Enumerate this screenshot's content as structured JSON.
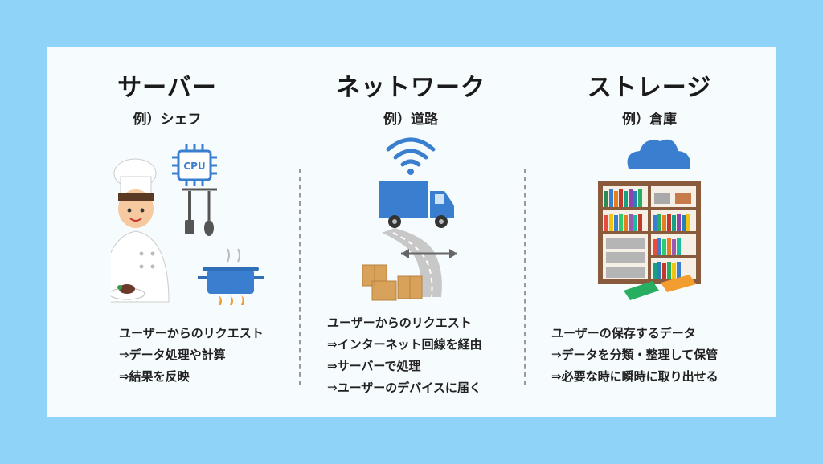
{
  "columns": [
    {
      "title": "サーバー",
      "example": "例）シェフ",
      "chip_label": "CPU",
      "lines": [
        "ユーザーからのリクエスト",
        "⇒データ処理や計算",
        "⇒結果を反映"
      ]
    },
    {
      "title": "ネットワーク",
      "example": "例）道路",
      "lines": [
        "ユーザーからのリクエスト",
        "⇒インターネット回線を経由",
        "⇒サーバーで処理",
        "⇒ユーザーのデバイスに届く"
      ]
    },
    {
      "title": "ストレージ",
      "example": "例）倉庫",
      "lines": [
        "ユーザーの保存するデータ",
        "⇒データを分類・整理して保管",
        "⇒必要な時に瞬時に取り出せる"
      ]
    }
  ],
  "icons": [
    "cpu-chip-icon",
    "chef-icon",
    "kitchen-utensils-icon",
    "cooking-pot-icon",
    "wifi-icon",
    "truck-icon",
    "road-icon",
    "bidirectional-arrow-icon",
    "boxes-icon",
    "cloud-icon",
    "bookshelf-icon",
    "books-icon"
  ],
  "colors": {
    "background": "#8fd3f8",
    "card": "#f6fbfe",
    "accent_blue": "#3a7fcf",
    "shelf_brown": "#8a5a3c"
  }
}
